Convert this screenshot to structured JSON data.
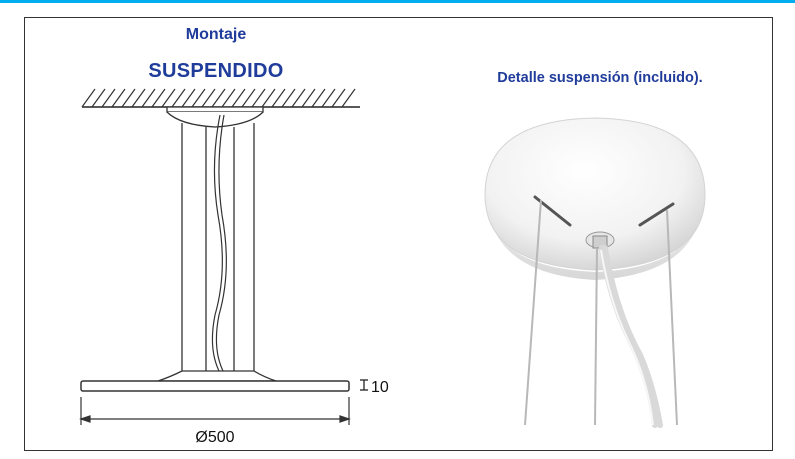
{
  "left_panel": {
    "heading": "Montaje",
    "subheading": "SUSPENDIDO",
    "dimension_diameter": "Ø500",
    "dimension_thickness": "10"
  },
  "right_panel": {
    "heading": "Detalle suspensión (incluido)."
  },
  "colors": {
    "accent_bar": "#00aeef",
    "heading_text": "#1f3c9a"
  }
}
